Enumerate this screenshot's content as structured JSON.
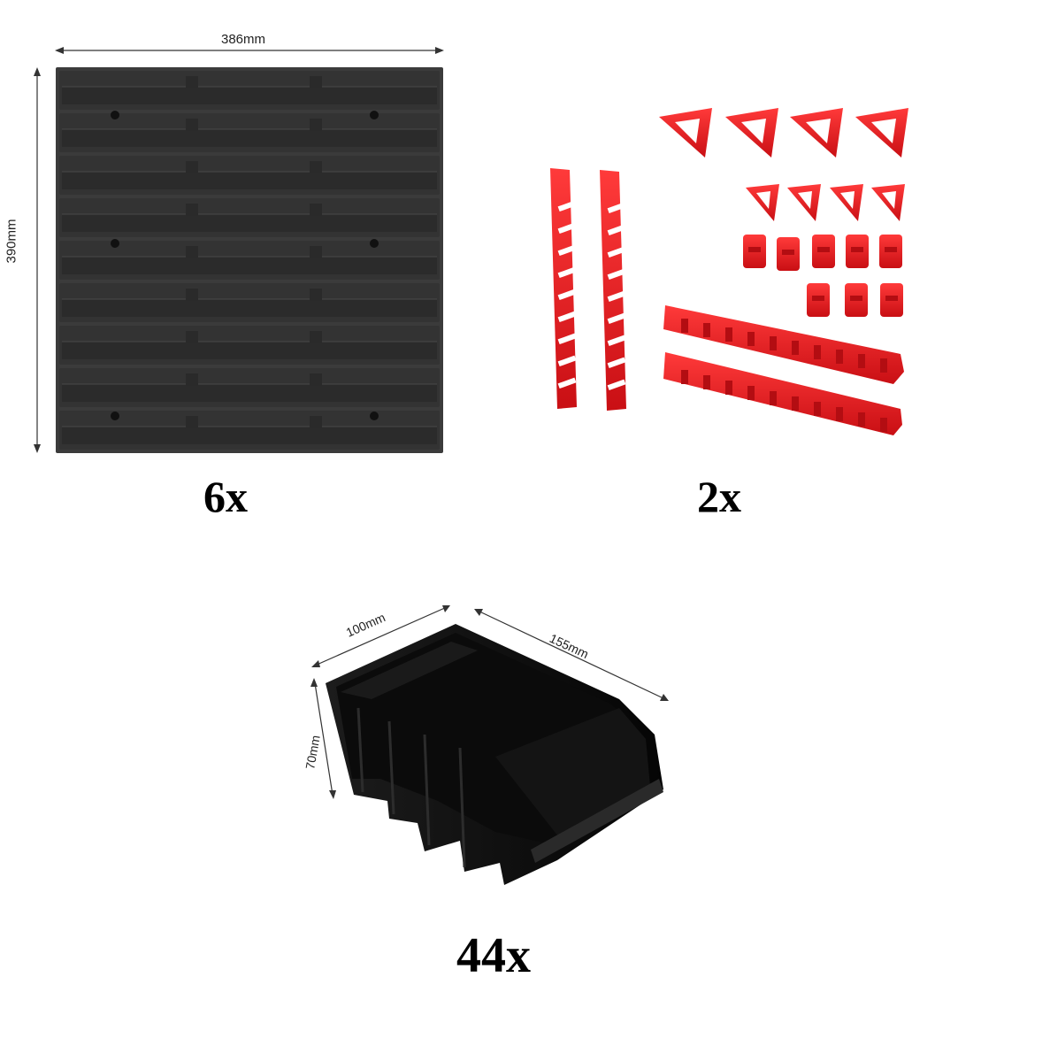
{
  "panel": {
    "width_label": "386mm",
    "height_label": "390mm",
    "quantity": "6x"
  },
  "accessories": {
    "quantity": "2x"
  },
  "bin": {
    "depth_label": "100mm",
    "length_label": "155mm",
    "height_label": "70mm",
    "quantity": "44x"
  },
  "colors": {
    "panel": "#3a3a3a",
    "accessory_red": "#e8131b",
    "bin": "#121212"
  }
}
